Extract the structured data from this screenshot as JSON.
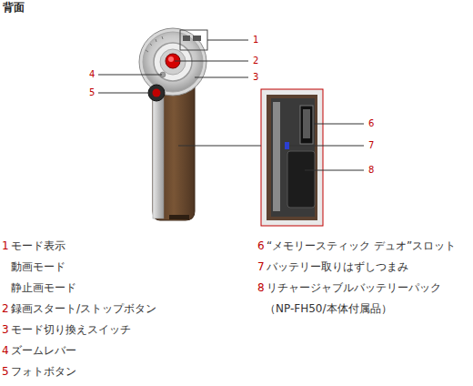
{
  "diagram": {
    "title": "背面",
    "labels": [
      "1",
      "2",
      "3",
      "4",
      "5",
      "6",
      "7",
      "8",
      "1",
      "モード表示",
      "動画モード",
      "静止画モード",
      "2",
      "録画スタート/ストップボタン",
      "3",
      "モード切り換えスイッチ",
      "4",
      "ズームレバー",
      "5",
      "フォトボタン",
      "6",
      "“メモリースティック デュオ”スロット",
      "7",
      "バッテリー取りはずしつまみ",
      "8",
      "リチャージャブルバッテリーパック",
      "（NP-FH50/本体付属品）"
    ]
  }
}
